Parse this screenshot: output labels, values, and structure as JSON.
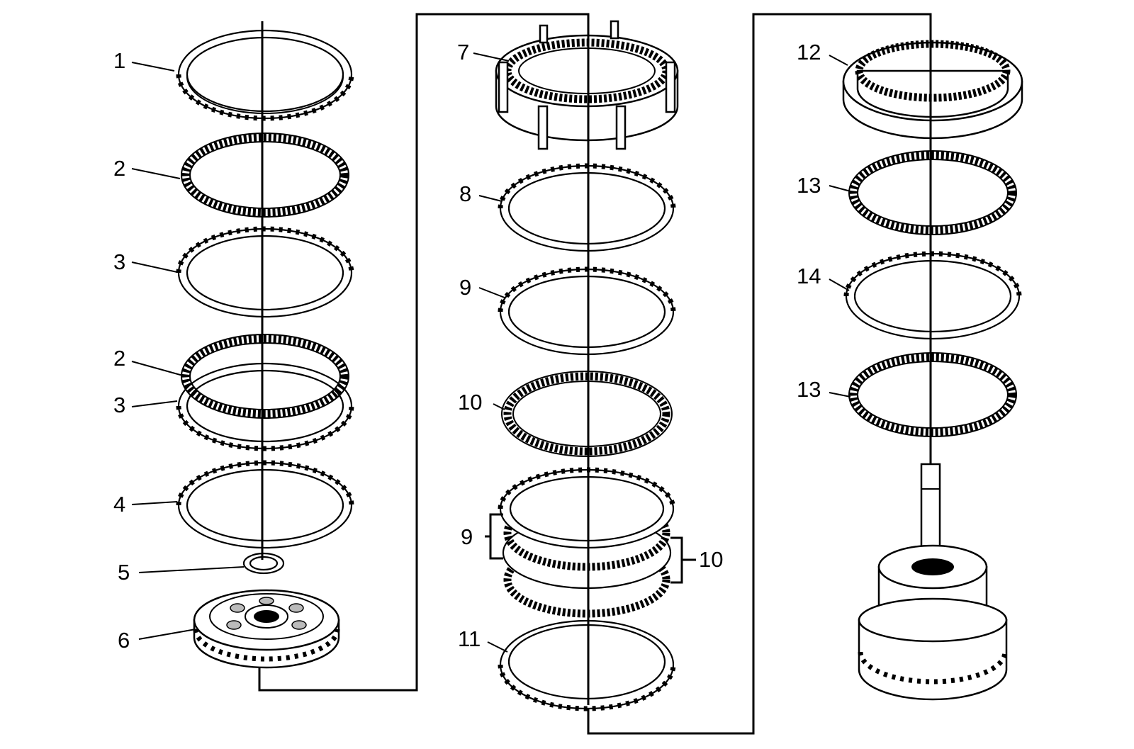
{
  "diagram": {
    "callouts": [
      {
        "id": "c1",
        "text": "1"
      },
      {
        "id": "c2a",
        "text": "2"
      },
      {
        "id": "c3a",
        "text": "3"
      },
      {
        "id": "c2b",
        "text": "2"
      },
      {
        "id": "c3b",
        "text": "3"
      },
      {
        "id": "c4",
        "text": "4"
      },
      {
        "id": "c5",
        "text": "5"
      },
      {
        "id": "c6",
        "text": "6"
      },
      {
        "id": "c7",
        "text": "7"
      },
      {
        "id": "c8",
        "text": "8"
      },
      {
        "id": "c9a",
        "text": "9"
      },
      {
        "id": "c10a",
        "text": "10"
      },
      {
        "id": "c9b",
        "text": "9"
      },
      {
        "id": "c10b",
        "text": "10"
      },
      {
        "id": "c11",
        "text": "11"
      },
      {
        "id": "c12",
        "text": "12"
      },
      {
        "id": "c13a",
        "text": "13"
      },
      {
        "id": "c14",
        "text": "14"
      },
      {
        "id": "c13b",
        "text": "13"
      }
    ]
  }
}
